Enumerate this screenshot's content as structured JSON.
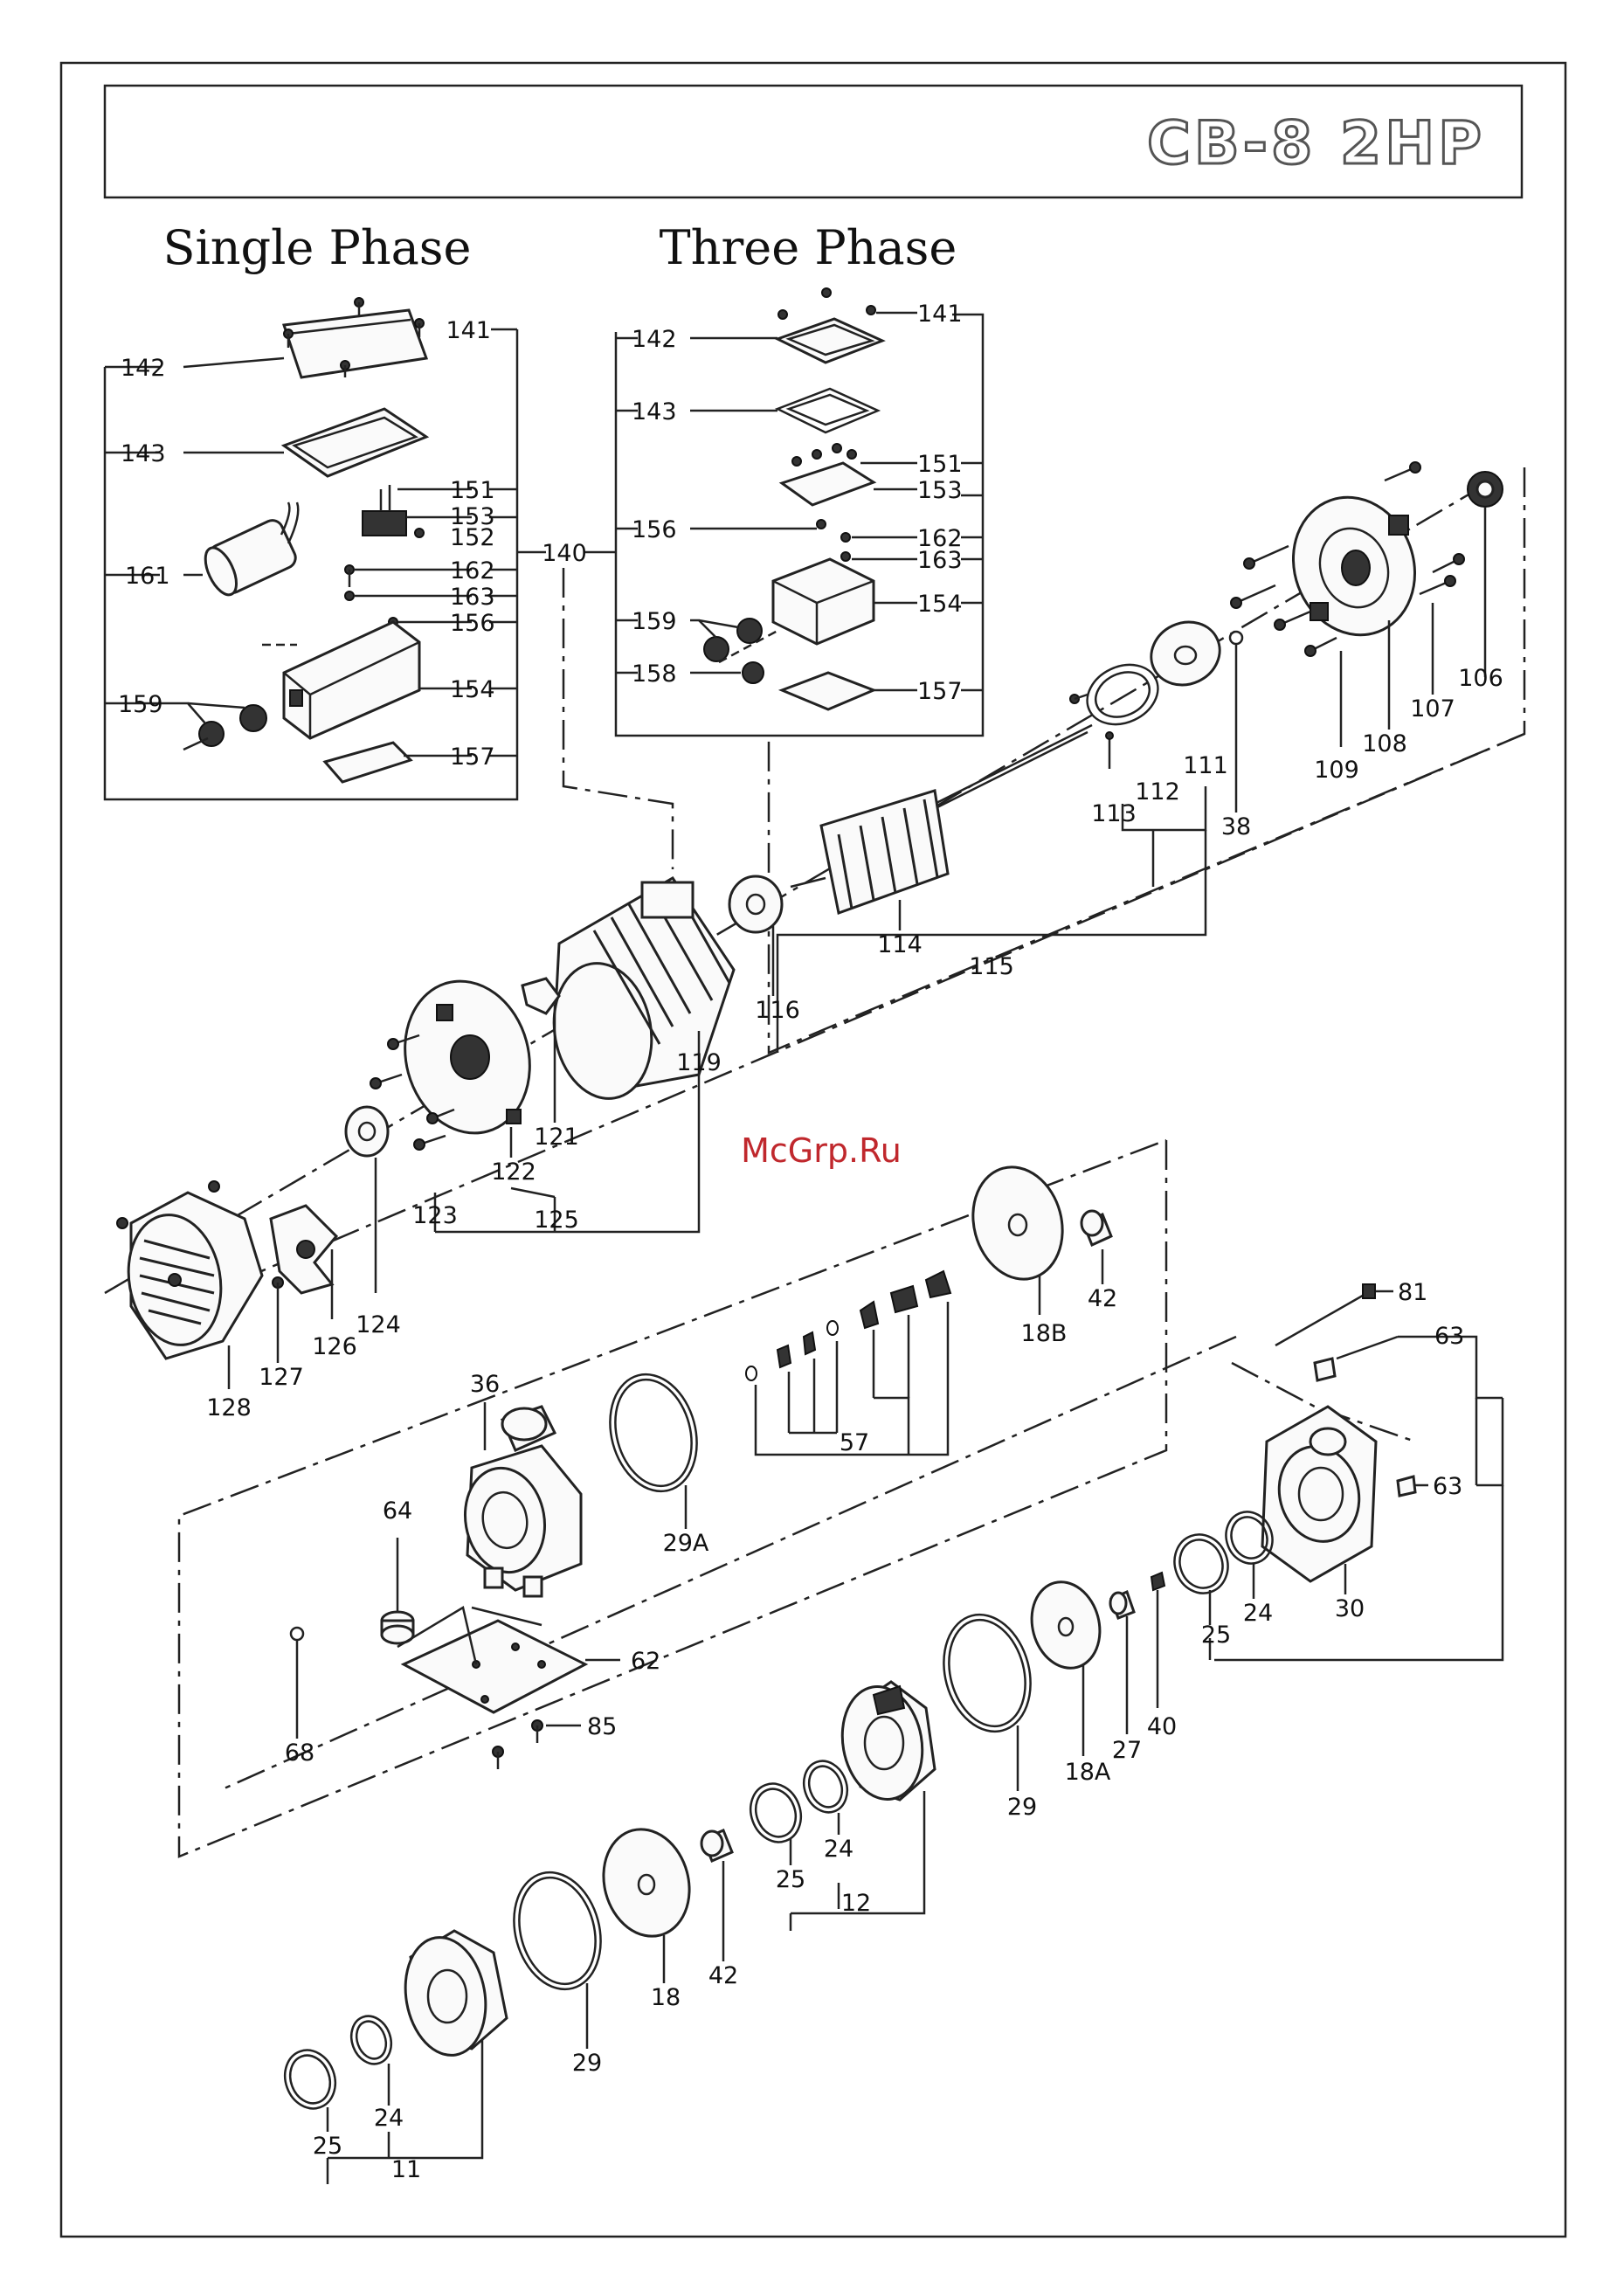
{
  "header": {
    "model": "CB-8  2HP"
  },
  "sections": {
    "single_phase": "Single Phase",
    "three_phase": "Three Phase"
  },
  "watermark": "McGrp.Ru",
  "parts": {
    "p141a": "141",
    "p142a": "142",
    "p143a": "143",
    "p151a": "151",
    "p153a": "153",
    "p152": "152",
    "p161": "161",
    "p162a": "162",
    "p163a": "163",
    "p156a": "156",
    "p154a": "154",
    "p159a": "159",
    "p157a": "157",
    "p140": "140",
    "p141b": "141",
    "p142b": "142",
    "p143b": "143",
    "p151b": "151",
    "p153b": "153",
    "p156b": "156",
    "p162b": "162",
    "p163b": "163",
    "p154b": "154",
    "p159b": "159",
    "p158": "158",
    "p157b": "157",
    "p106": "106",
    "p107": "107",
    "p108": "108",
    "p109": "109",
    "p38": "38",
    "p111": "111",
    "p112": "112",
    "p113": "113",
    "p114": "114",
    "p115": "115",
    "p116": "116",
    "p119": "119",
    "p121": "121",
    "p122": "122",
    "p123": "123",
    "p125": "125",
    "p124": "124",
    "p126": "126",
    "p127": "127",
    "p128": "128",
    "p42a": "42",
    "p18B": "18B",
    "p57": "57",
    "p29A": "29A",
    "p36": "36",
    "p64": "64",
    "p62": "62",
    "p85": "85",
    "p68": "68",
    "p81": "81",
    "p63a": "63",
    "p63b": "63",
    "p30": "30",
    "p24a": "24",
    "p25a": "25",
    "p40": "40",
    "p27": "27",
    "p18A": "18A",
    "p29a": "29",
    "p24b": "24",
    "p25b": "25",
    "p12": "12",
    "p42b": "42",
    "p18": "18",
    "p29b": "29",
    "p24c": "24",
    "p25c": "25",
    "p11": "11"
  }
}
